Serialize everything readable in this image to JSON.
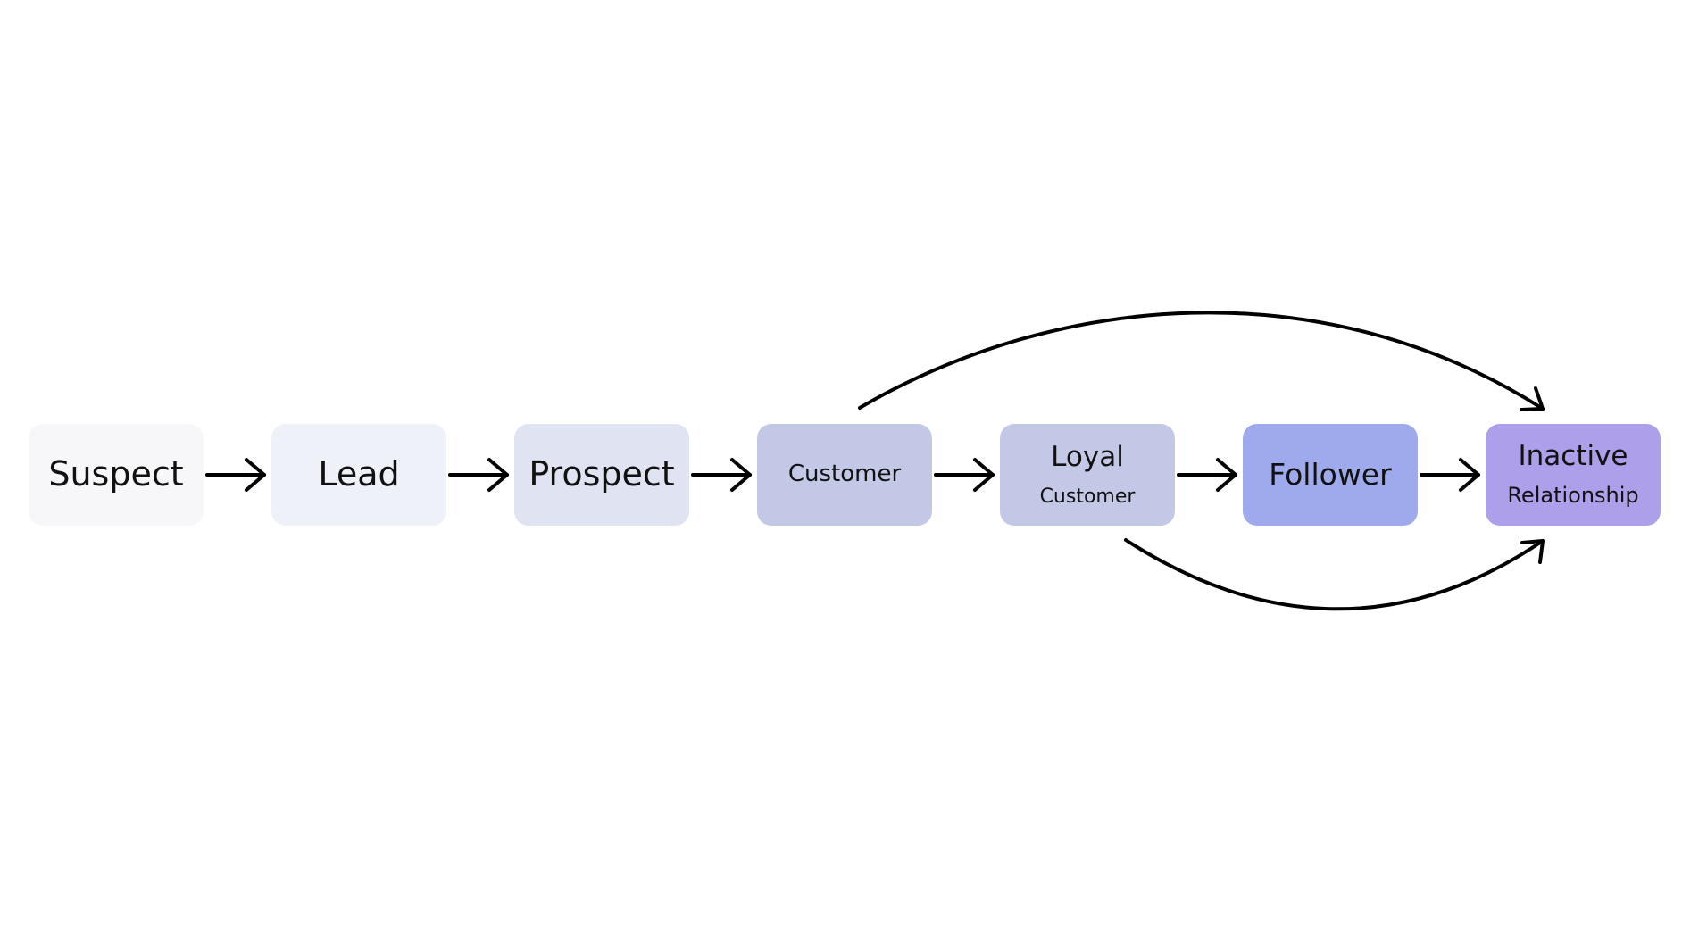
{
  "nodes": [
    {
      "id": "suspect",
      "line1": "Suspect",
      "line2": "",
      "color": "#f7f7f9"
    },
    {
      "id": "lead",
      "line1": "Lead",
      "line2": "",
      "color": "#eff1f9"
    },
    {
      "id": "prospect",
      "line1": "Prospect",
      "line2": "",
      "color": "#e0e3f2"
    },
    {
      "id": "customer",
      "line1": "Customer",
      "line2": "",
      "color": "#c3c8e6"
    },
    {
      "id": "loyal",
      "line1": "Loyal",
      "line2": "Customer",
      "color": "#c3c8e6"
    },
    {
      "id": "follower",
      "line1": "Follower",
      "line2": "",
      "color": "#9eaaec"
    },
    {
      "id": "inactive",
      "line1": "Inactive",
      "line2": "Relationship",
      "color": "#ad9fe9"
    }
  ],
  "edges": [
    {
      "from": "suspect",
      "to": "lead",
      "kind": "straight"
    },
    {
      "from": "lead",
      "to": "prospect",
      "kind": "straight"
    },
    {
      "from": "prospect",
      "to": "customer",
      "kind": "straight"
    },
    {
      "from": "customer",
      "to": "loyal",
      "kind": "straight"
    },
    {
      "from": "loyal",
      "to": "follower",
      "kind": "straight"
    },
    {
      "from": "follower",
      "to": "inactive",
      "kind": "straight"
    },
    {
      "from": "customer",
      "to": "inactive",
      "kind": "curve-over"
    },
    {
      "from": "loyal",
      "to": "inactive",
      "kind": "curve-under"
    }
  ],
  "colors": {
    "arrow": "#000000",
    "text": "#111111",
    "background": "#ffffff"
  }
}
